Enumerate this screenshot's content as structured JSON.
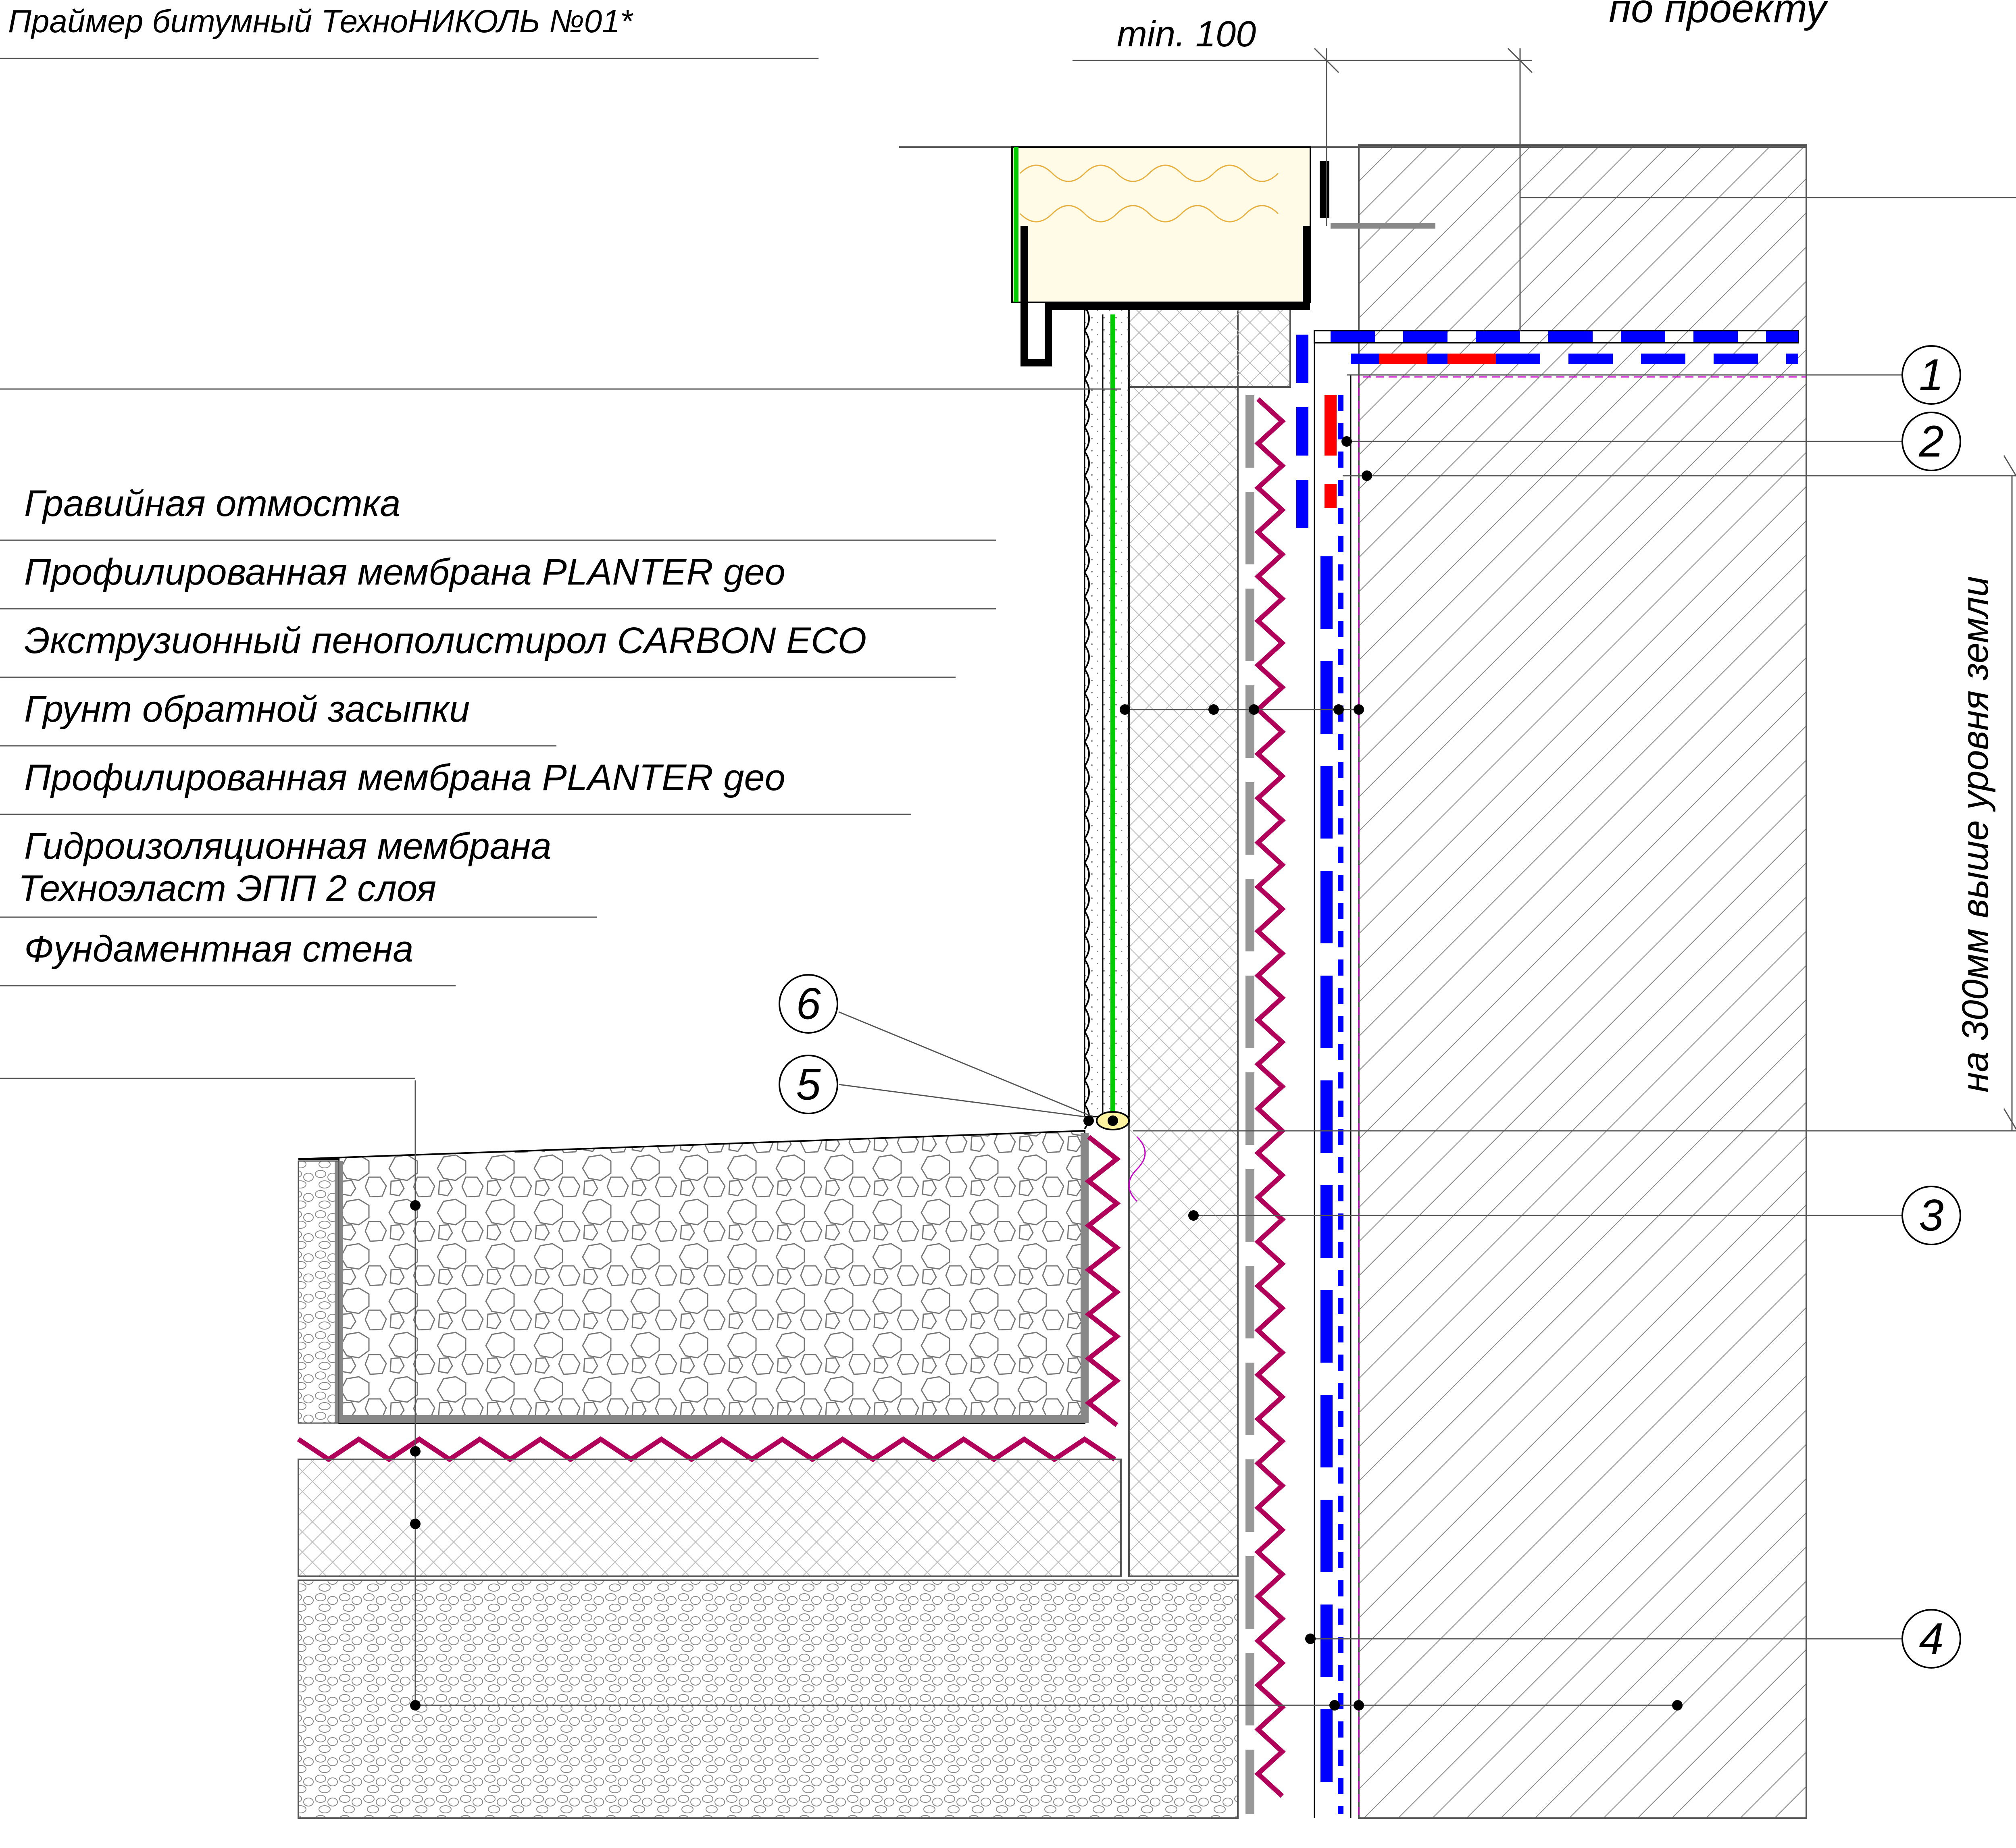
{
  "top_label": "Праймер битумный ТехноНИКОЛЬ №01*",
  "dimension_text": "min. 100",
  "project_text": "по проекту",
  "layer_labels": [
    "Гравийная отмостка",
    "Профилированная мембрана PLANTER geo",
    "Экструзионный пенополистирол CARBON ECO",
    "Грунт обратной засыпки",
    "Профилированная мембрана PLANTER geo",
    "Гидроизоляционная мембрана",
    "Техноэласт ЭПП 2 слоя",
    "Фундаментная стена"
  ],
  "vertical_note": "на 300мм выше уровня земли",
  "callouts": [
    "1",
    "2",
    "3",
    "4",
    "5",
    "6"
  ],
  "colors": {
    "blue": "#0000ff",
    "red": "#ff0000",
    "magenta": "#b0005a",
    "green": "#00cc00",
    "gray": "#999999",
    "line": "#000000"
  }
}
